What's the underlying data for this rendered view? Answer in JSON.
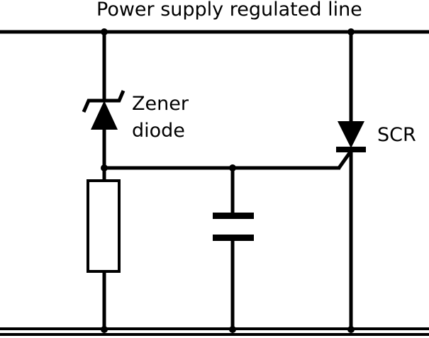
{
  "labels": {
    "supply_line": "Power supply regulated line",
    "zener_line1": "Zener",
    "zener_line2": "diode",
    "scr": "SCR"
  },
  "colors": {
    "ink": "#000000",
    "background": "#ffffff"
  }
}
